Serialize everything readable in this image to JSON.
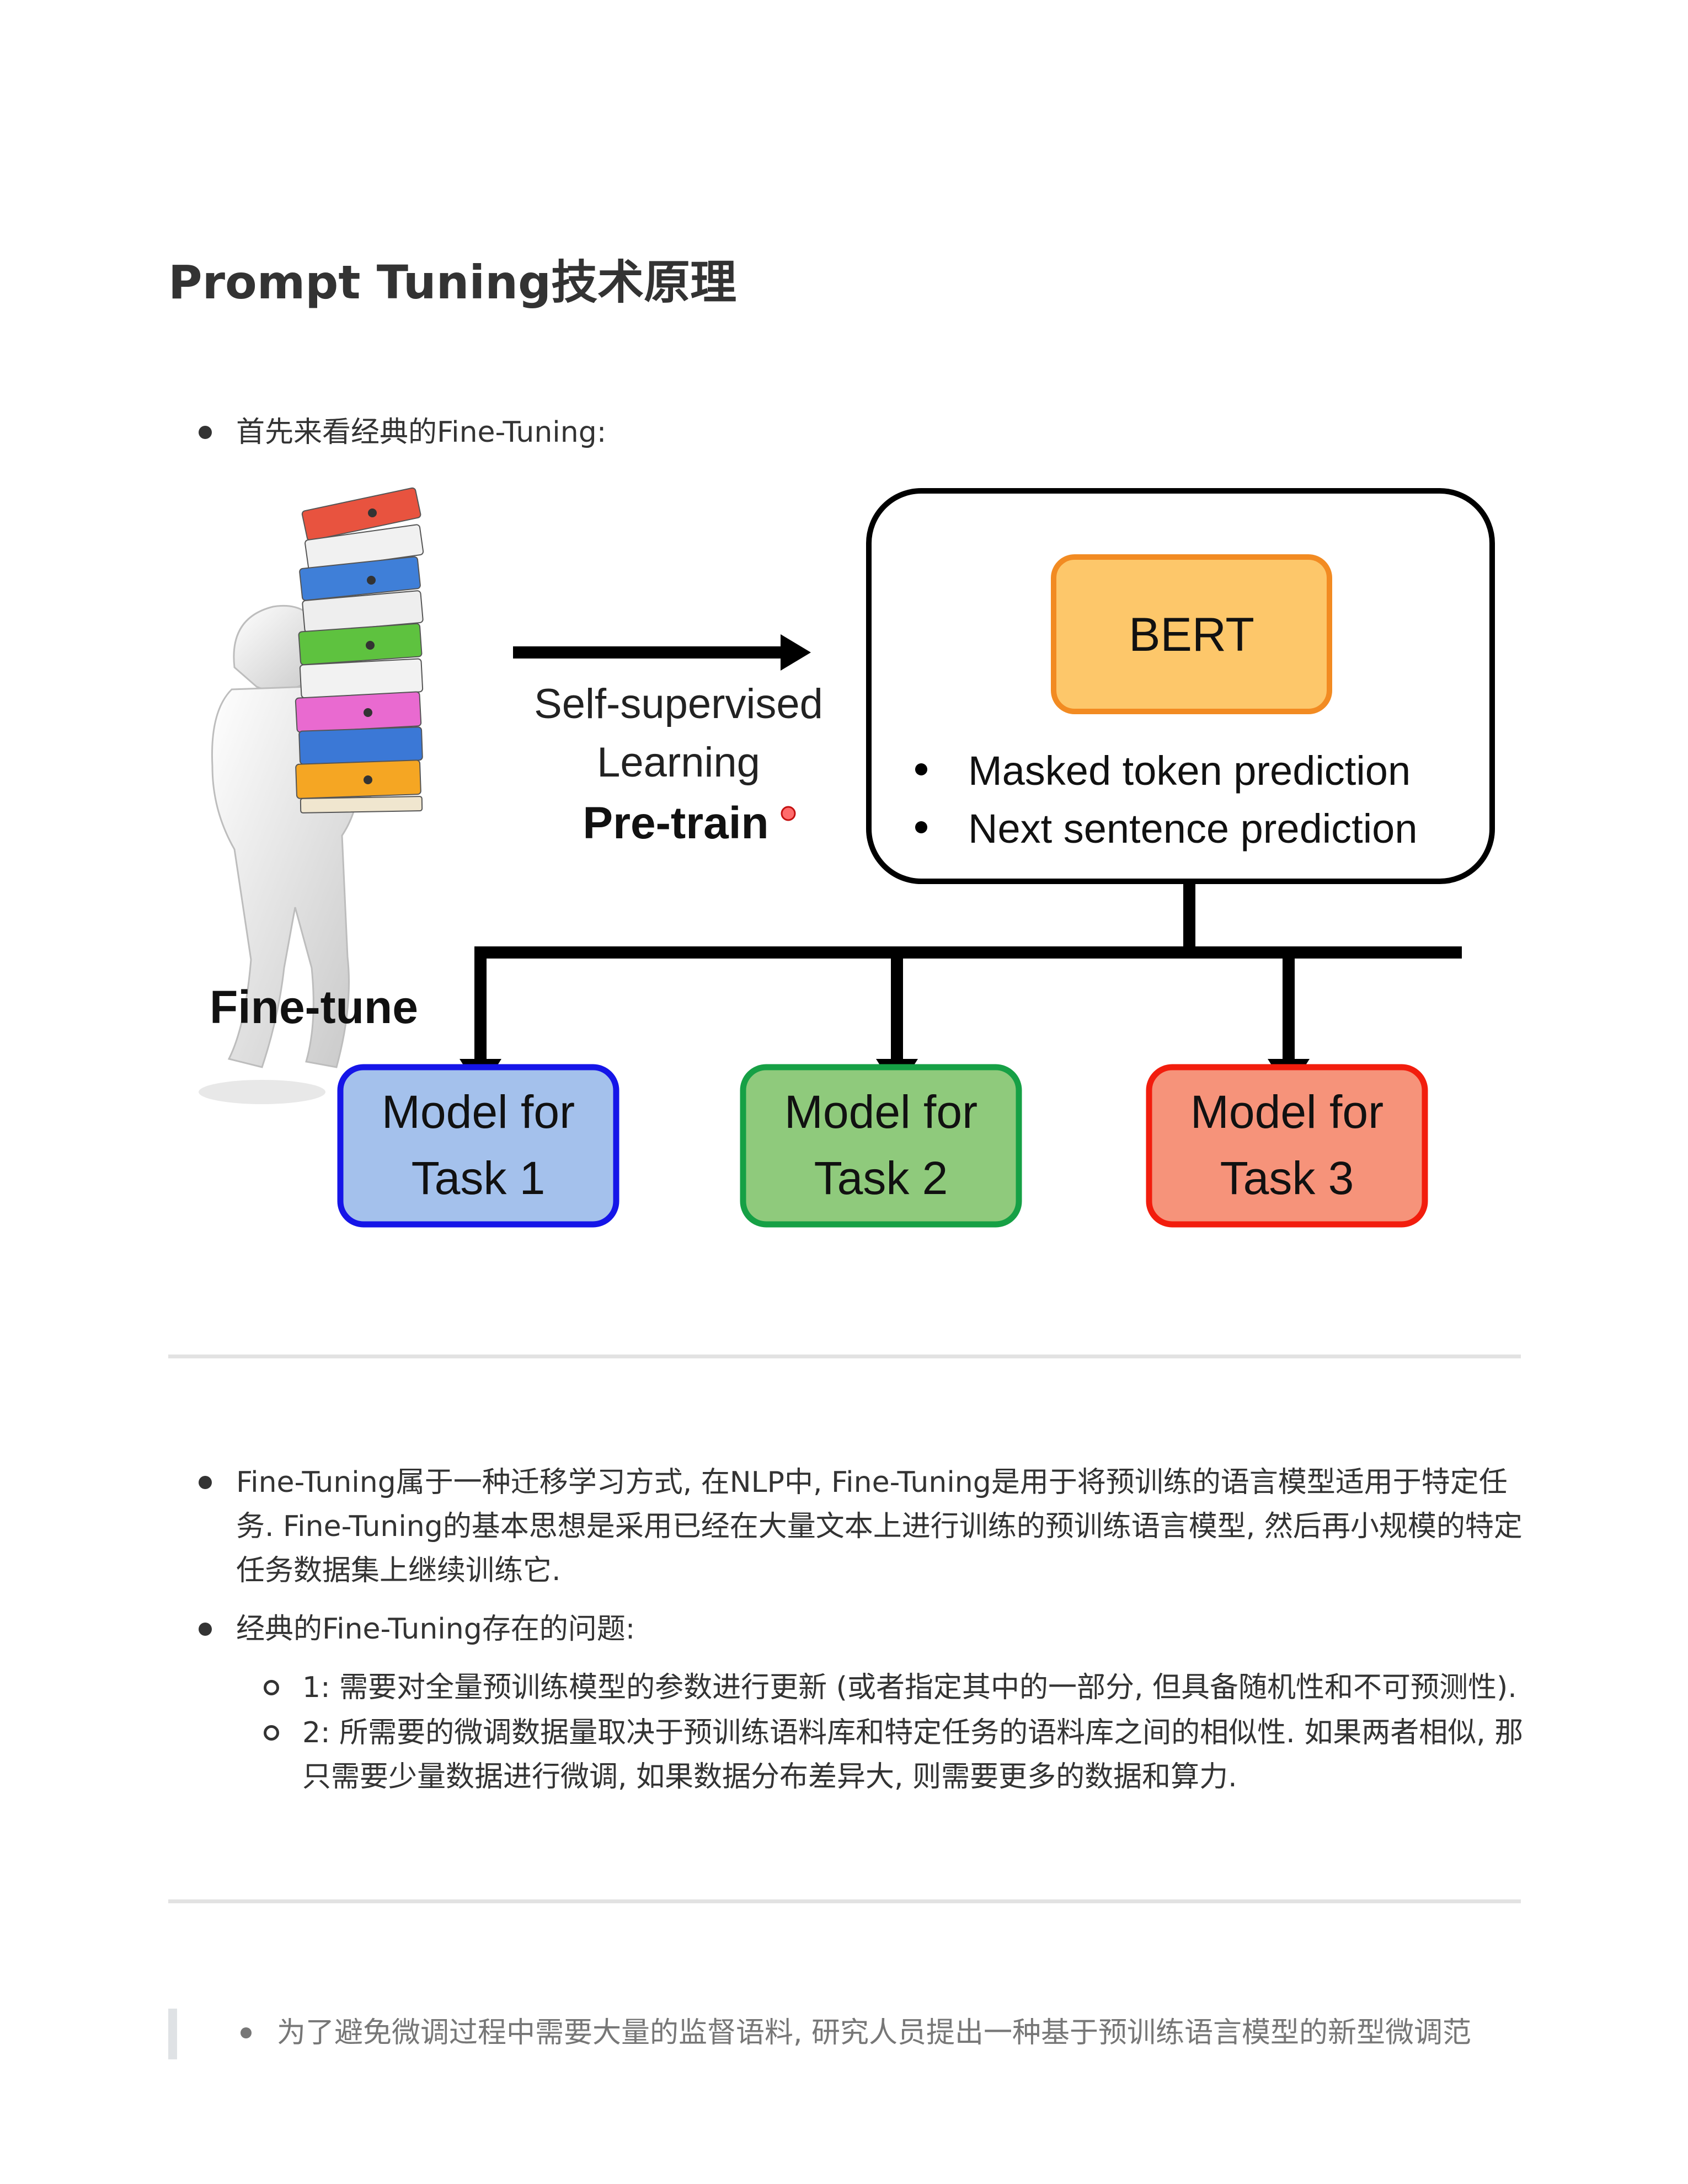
{
  "title": "Prompt Tuning技术原理",
  "intro_bullet": "首先来看经典的Fine-Tuning:",
  "figure": {
    "arrow_label_1": "Self-supervised",
    "arrow_label_2": "Learning",
    "pretrain_label": "Pre-train",
    "bert_label": "BERT",
    "bert_tasks": [
      "Masked token prediction",
      "Next sentence prediction"
    ],
    "finetune_label": "Fine-tune",
    "models": [
      {
        "line1": "Model for",
        "line2": "Task 1",
        "fill": "#a4c1ec",
        "stroke": "#1515e8"
      },
      {
        "line1": "Model for",
        "line2": "Task 2",
        "fill": "#8fca7c",
        "stroke": "#16a045"
      },
      {
        "line1": "Model for",
        "line2": "Task 3",
        "fill": "#f6937a",
        "stroke": "#f21d0d"
      }
    ],
    "bert_fill": "#fdc76a",
    "bert_stroke": "#f28b22"
  },
  "body": {
    "p1_lines": [
      "Fine-Tuning属于一种迁移学习方式, 在NLP中, Fine-Tuning是用于将预训练的语言模型适用于特定任",
      "务. Fine-Tuning的基本思想是采用已经在大量文本上进行训练的预训练语言模型, 然后再小规模的特定",
      "任务数据集上继续训练它."
    ],
    "p2": "经典的Fine-Tuning存在的问题:",
    "sub1": "1: 需要对全量预训练模型的参数进行更新 (或者指定其中的一部分, 但具备随机性和不可预测性).",
    "sub2_lines": [
      "2: 所需要的微调数据量取决于预训练语料库和特定任务的语料库之间的相似性. 如果两者相似, 那",
      "只需要少量数据进行微调, 如果数据分布差异大, 则需要更多的数据和算力."
    ]
  },
  "quote_text": "为了避免微调过程中需要大量的监督语料, 研究人员提出一种基于预训练语言模型的新型微调范"
}
